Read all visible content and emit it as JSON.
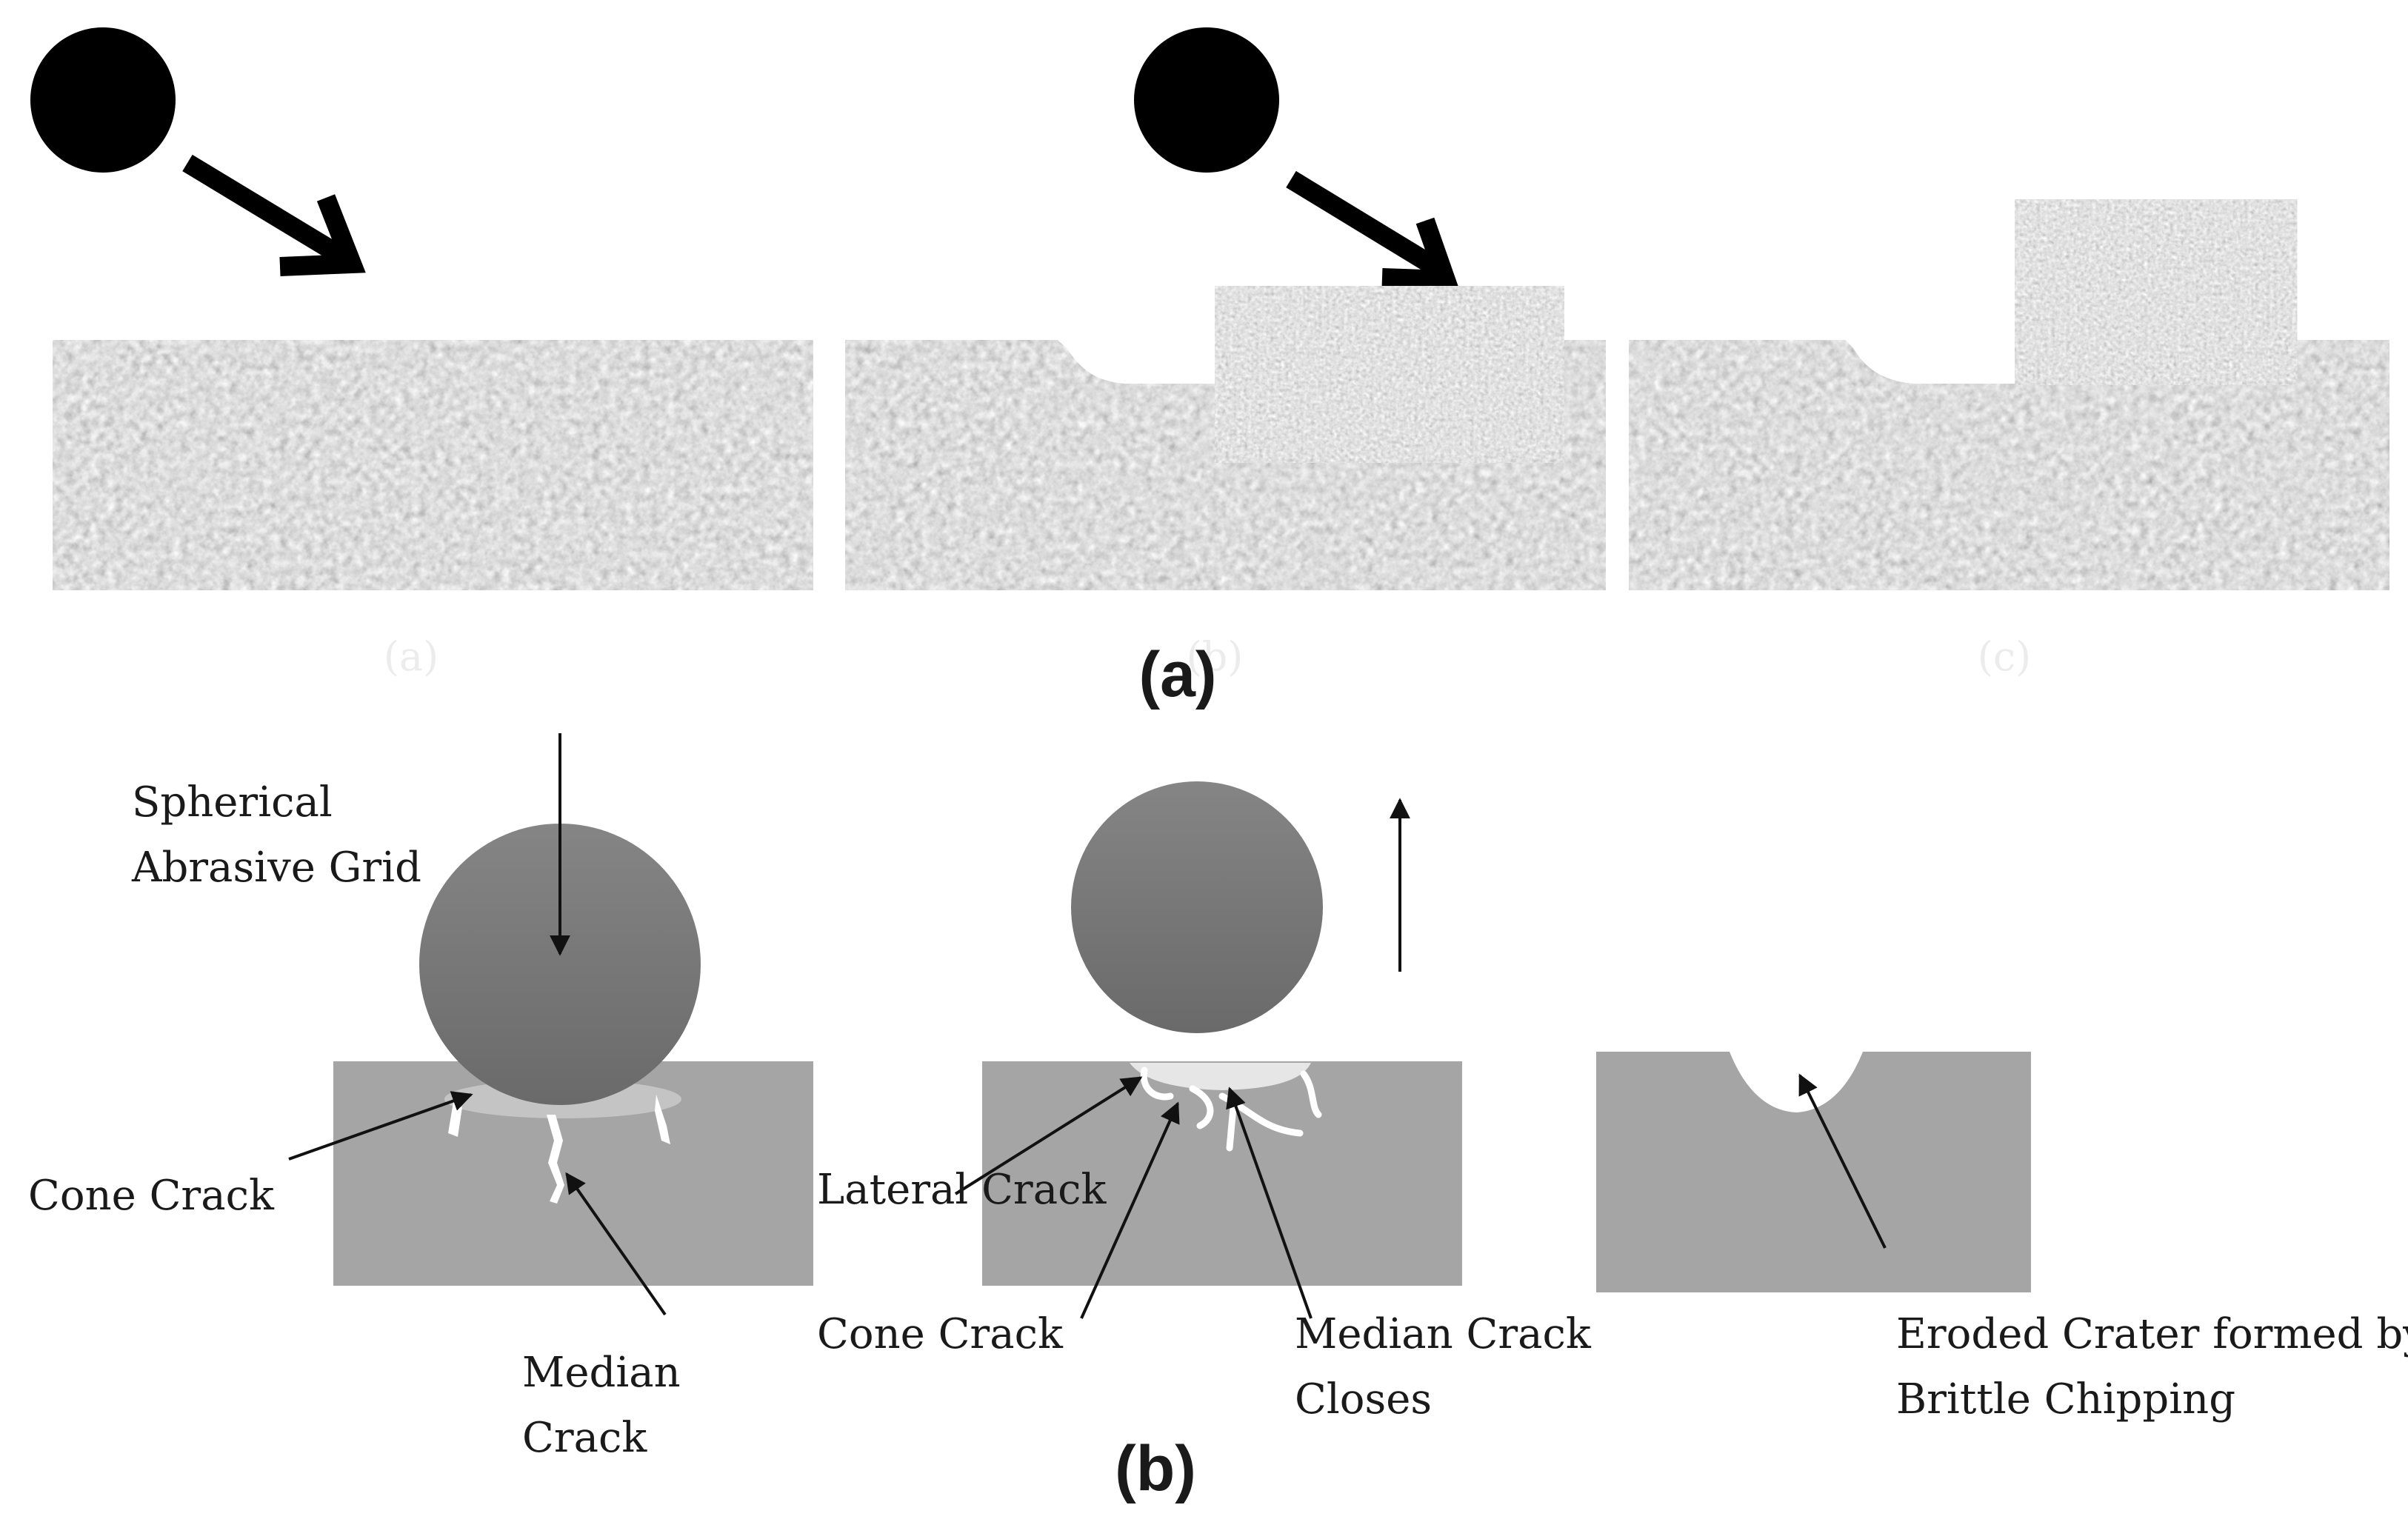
{
  "panel_a": {
    "caption": "(a)",
    "faint_sublabels": [
      "(a)",
      "(b)",
      "(c)"
    ]
  },
  "panel_b": {
    "caption": "(b)",
    "labels": {
      "spherical_line1": "Spherical",
      "spherical_line2": "Abrasive Grid",
      "cone_crack_1": "Cone Crack",
      "median_line1": "Median",
      "median_line2": "Crack",
      "lateral_crack": "Lateral Crack",
      "cone_crack_2": "Cone Crack",
      "median_closes_line1": "Median Crack",
      "median_closes_line2": "Closes",
      "eroded_line1": "Eroded Crater formed by",
      "eroded_line2": "Brittle Chipping"
    }
  },
  "colors": {
    "background": "#ffffff",
    "particle": "#000000",
    "substrate_b": "#a5a5a5",
    "sphere_top": "#808080",
    "sphere_bottom": "#6c6c6c",
    "crack": "#ffffff",
    "arrow": "#111111"
  }
}
